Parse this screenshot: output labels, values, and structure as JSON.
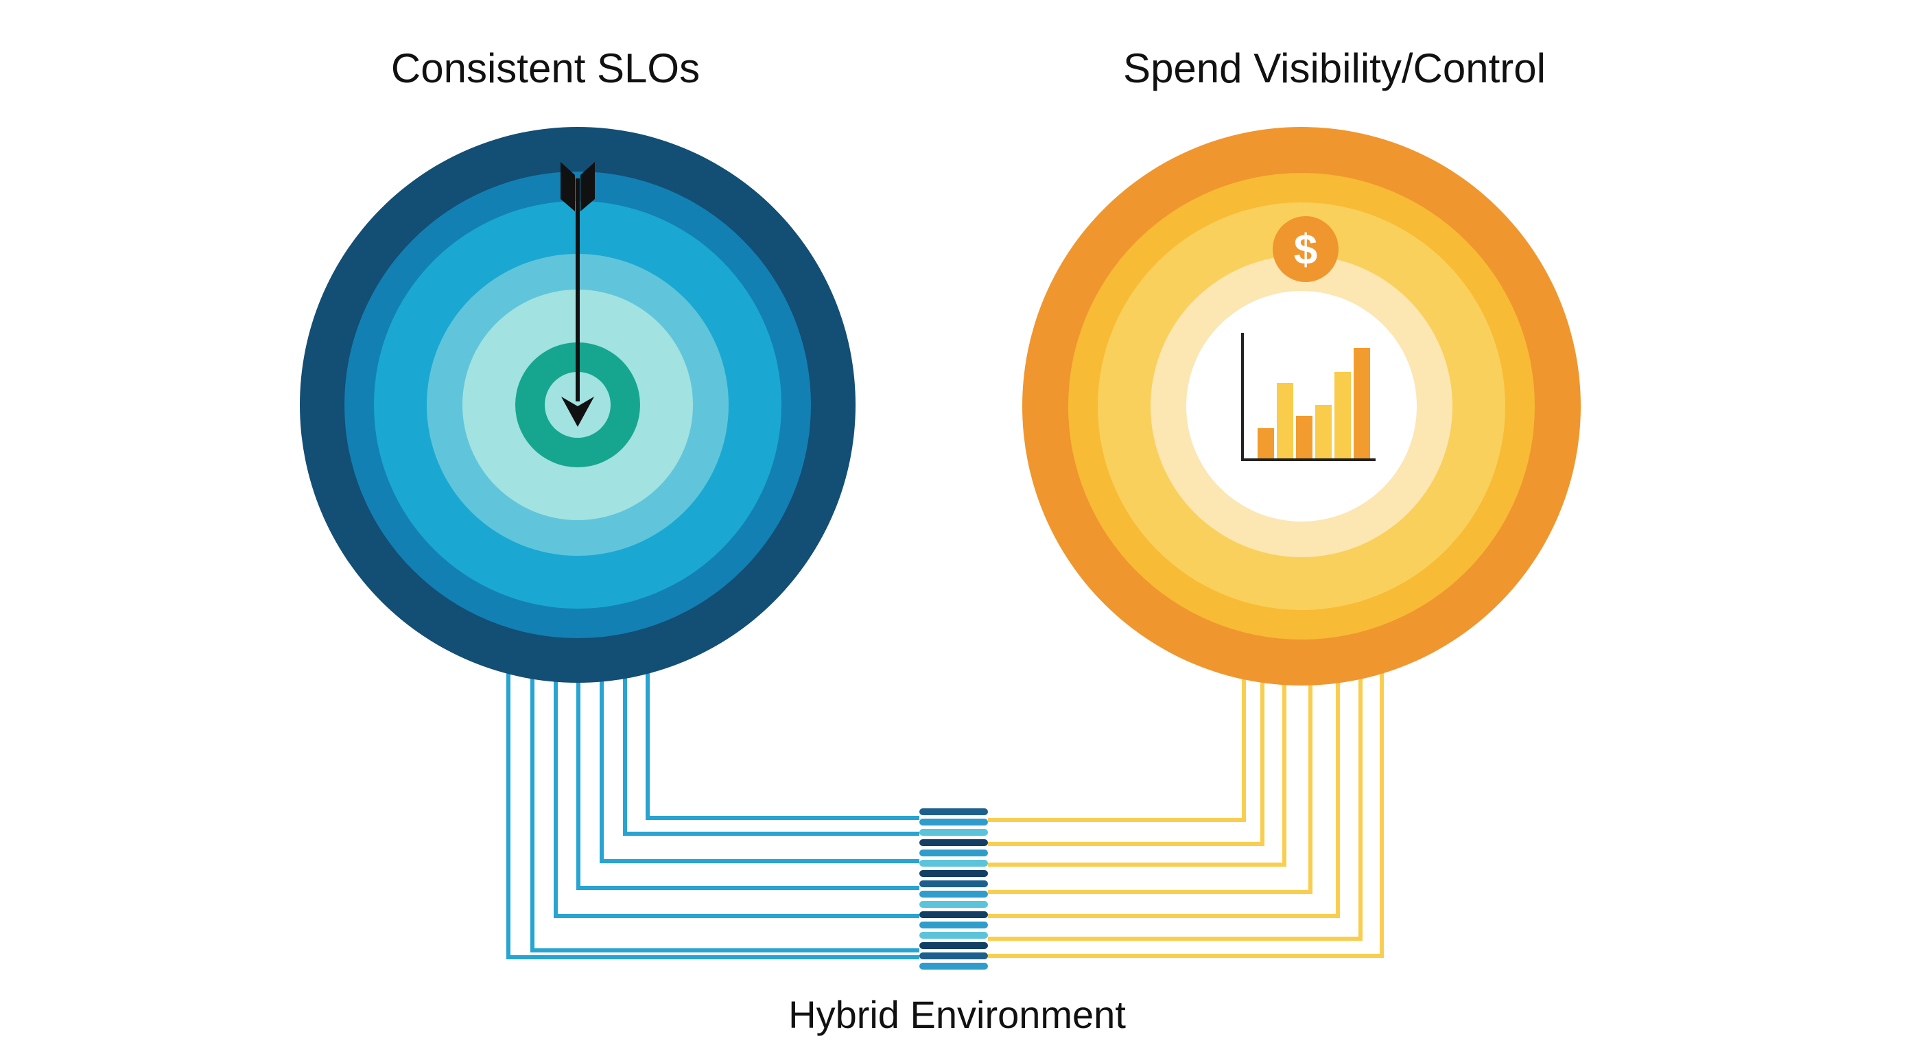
{
  "titles": {
    "left": "Consistent SLOs",
    "right": "Spend Visibility/Control",
    "bottom": "Hybrid Environment"
  },
  "icons": {
    "left_center": "arrow-hitting-bullseye-icon",
    "right_badge": "dollar-coin-icon",
    "right_center": "bar-chart-icon",
    "hub": "server-stack-icon"
  },
  "badge_symbol": "$",
  "colors": {
    "blue_rings": [
      "#134E74",
      "#1380B4",
      "#1AA8D2",
      "#60C5DB",
      "#A2E2E0",
      "#16A690",
      "#A2E2E0"
    ],
    "orange_rings": [
      "#F0962E",
      "#F8BB36",
      "#FAD05C",
      "#FCE6B2",
      "#FFFFFF"
    ],
    "blue_lines": "#27A4D2",
    "yellow_lines": "#F9CE50",
    "bars": [
      "#F29C2F",
      "#F9CC4C"
    ],
    "hub_stripes": [
      "#1D5F8D",
      "#2F9DCB",
      "#5CC4DA",
      "#123F63"
    ]
  }
}
